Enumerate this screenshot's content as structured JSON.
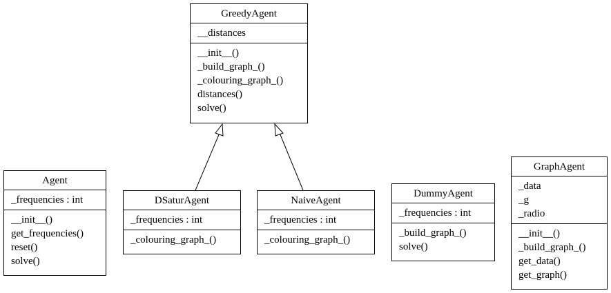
{
  "classes": {
    "greedy_agent": {
      "name": "GreedyAgent",
      "attributes": [
        "__distances"
      ],
      "methods": [
        "__init__()",
        "_build_graph_()",
        "_colouring_graph_()",
        "distances()",
        "solve()"
      ]
    },
    "agent": {
      "name": "Agent",
      "attributes": [
        "_frequencies : int"
      ],
      "methods": [
        "__init__()",
        "get_frequencies()",
        "reset()",
        "solve()"
      ]
    },
    "dsatur_agent": {
      "name": "DSaturAgent",
      "attributes": [
        "_frequencies : int"
      ],
      "methods": [
        "_colouring_graph_()"
      ]
    },
    "naive_agent": {
      "name": "NaiveAgent",
      "attributes": [
        "_frequencies : int"
      ],
      "methods": [
        "_colouring_graph_()"
      ]
    },
    "dummy_agent": {
      "name": "DummyAgent",
      "attributes": [
        "_frequencies : int"
      ],
      "methods": [
        "_build_graph_()",
        "solve()"
      ]
    },
    "graph_agent": {
      "name": "GraphAgent",
      "attributes": [
        "_data",
        "_g",
        "_radio"
      ],
      "methods": [
        "__init__()",
        "_build_graph_()",
        "get_data()",
        "get_graph()"
      ]
    }
  },
  "edges": [
    {
      "from": "DSaturAgent",
      "to": "GreedyAgent",
      "type": "inheritance"
    },
    {
      "from": "NaiveAgent",
      "to": "GreedyAgent",
      "type": "inheritance"
    }
  ],
  "colors": {
    "line": "#000000",
    "background": "#ffffff"
  }
}
